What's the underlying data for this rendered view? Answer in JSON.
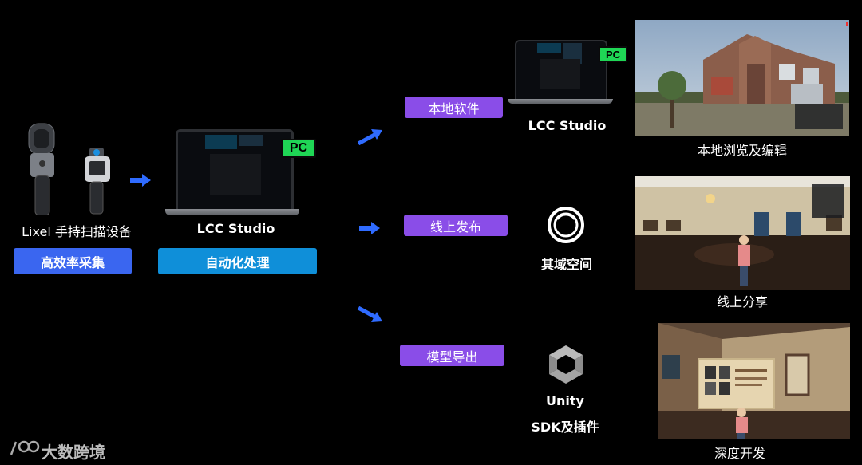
{
  "left": {
    "device_label": "Lixel 手持扫描设备",
    "pill_collect": "高效率采集"
  },
  "center": {
    "software_label": "LCC Studio",
    "pc_badge": "PC",
    "pill_process": "自动化处理"
  },
  "branches": [
    {
      "pill": "本地软件",
      "target_label": "LCC Studio",
      "pc_badge": "PC",
      "caption": "本地浏览及编辑"
    },
    {
      "pill": "线上发布",
      "target_label": "其域空间",
      "caption": "线上分享"
    },
    {
      "pill": "模型导出",
      "target_label_line1": "Unity",
      "target_label_line2": "SDK及插件",
      "caption": "深度开发"
    }
  ],
  "watermark": "大数跨境",
  "colors": {
    "blue_pill": "#3a66f0",
    "cyan_pill": "#0f8fd9",
    "purple_pill": "#8a4de8",
    "arrow": "#2f6bff",
    "pc_badge": "#1fd655"
  }
}
